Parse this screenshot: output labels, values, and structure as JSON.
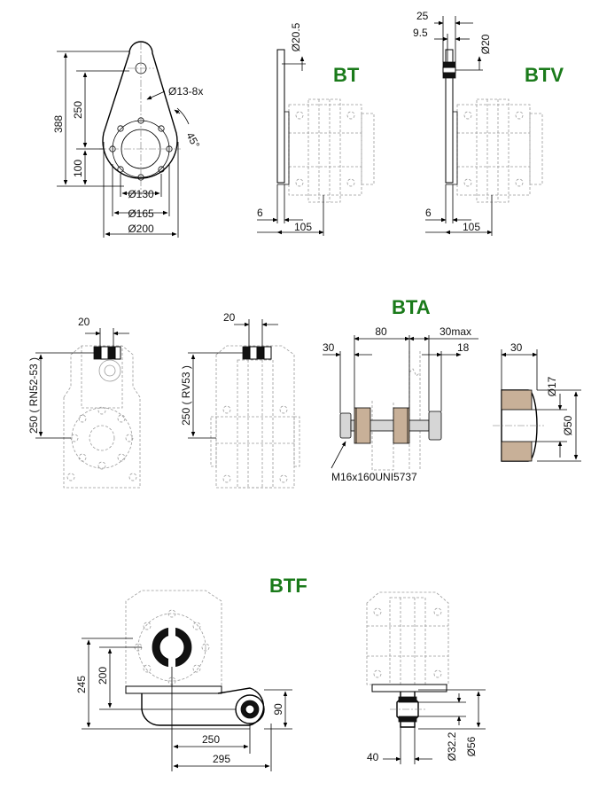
{
  "colors": {
    "title_green": "#1a7a1a",
    "line": "#000000",
    "ghost": "#9a9a9a",
    "rubber": "#c8b098"
  },
  "arm": {
    "dims": {
      "d388": "388",
      "d250": "250",
      "d100": "100",
      "holes": "Ø13-8x",
      "angle": "45°",
      "d130": "Ø130",
      "d165": "Ø165",
      "d200": "Ø200"
    }
  },
  "bt": {
    "title": "BT",
    "dims": {
      "d20_5": "Ø20.5",
      "d6": "6",
      "d105": "105"
    }
  },
  "btv": {
    "title": "BTV",
    "dims": {
      "d25": "25",
      "d9_5": "9.5",
      "d20": "Ø20",
      "d6": "6",
      "d105": "105"
    }
  },
  "bta": {
    "title": "BTA",
    "dims": {
      "left_20": "20",
      "left_vert": "250 ( RN52-53 )",
      "mid_20": "20",
      "mid_vert": "250 ( RV53 )",
      "d30": "30",
      "d80": "80",
      "d30max": "30max",
      "d18": "18",
      "bolt": "M16x160UNI5737",
      "bush_30": "30",
      "bush_d17": "Ø17",
      "bush_d50": "Ø50"
    }
  },
  "btf": {
    "title": "BTF",
    "dims": {
      "d245": "245",
      "d200": "200",
      "d90": "90",
      "d250": "250",
      "d295": "295",
      "d40": "40",
      "d32_2": "Ø32.2",
      "d56": "Ø56"
    }
  }
}
